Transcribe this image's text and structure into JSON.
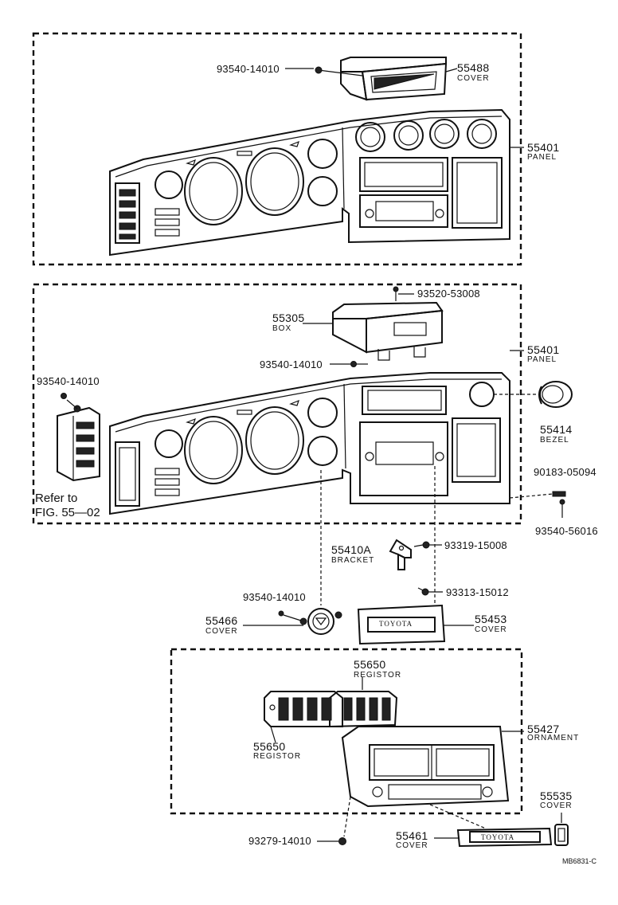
{
  "parts": {
    "p93540_14010_a": "93540-14010",
    "p55488": "55488",
    "cover_a": "COVER",
    "p55401_a": "55401",
    "panel_a": "PANEL",
    "p93520_53008": "93520-53008",
    "p55305": "55305",
    "box": "BOX",
    "p93540_14010_b": "93540-14010",
    "p55401_b": "55401",
    "panel_b": "PANEL",
    "p93540_14010_c": "93540-14010",
    "refer_to": "Refer to",
    "fig_ref": "FIG. 55—02",
    "p55414": "55414",
    "bezel": "BEZEL",
    "p90183_05094": "90183-05094",
    "p93540_56016": "93540-56016",
    "p55410A": "55410A",
    "bracket": "BRACKET",
    "p93319_15008": "93319-15008",
    "p93540_14010_d": "93540-14010",
    "p93313_15012": "93313-15012",
    "p55466": "55466",
    "cover_b": "COVER",
    "p55453": "55453",
    "cover_c": "COVER",
    "p55650_a": "55650",
    "registor_a": "REGISTOR",
    "p55427": "55427",
    "ornament": "ORNAMENT",
    "p55650_b": "55650",
    "registor_b": "REGISTOR",
    "p55535": "55535",
    "cover_d": "COVER",
    "p93279_14010": "93279-14010",
    "p55461": "55461",
    "cover_e": "COVER",
    "toyota_a": "TOYOTA",
    "toyota_b": "TOYOTA",
    "drawing_code": "MB6831-C"
  }
}
